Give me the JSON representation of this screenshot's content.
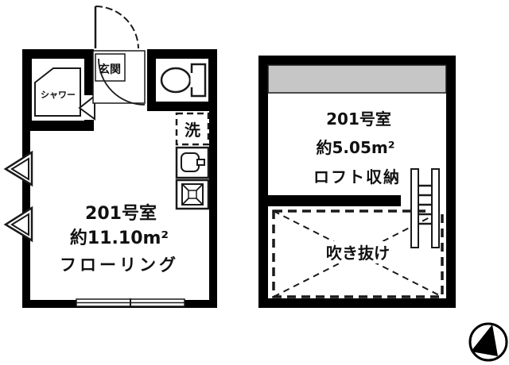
{
  "image": {
    "type": "apartment-floor-plan",
    "background": "#ffffff"
  },
  "colors": {
    "wall": "#000000",
    "loft_band": "#c6c6c6",
    "line": "#1a1a1a",
    "floor": "#ffffff"
  },
  "left_plan": {
    "room_label": "201号室",
    "area_label": "約11.10m²",
    "floor_label": "フローリング",
    "entrance_label": "玄関",
    "shower_label": "シャワー",
    "laundry_label": "洗"
  },
  "right_plan": {
    "room_label": "201号室",
    "area_label": "約5.05m²",
    "loft_label": "ロフト収納",
    "void_label": "吹き抜け"
  }
}
